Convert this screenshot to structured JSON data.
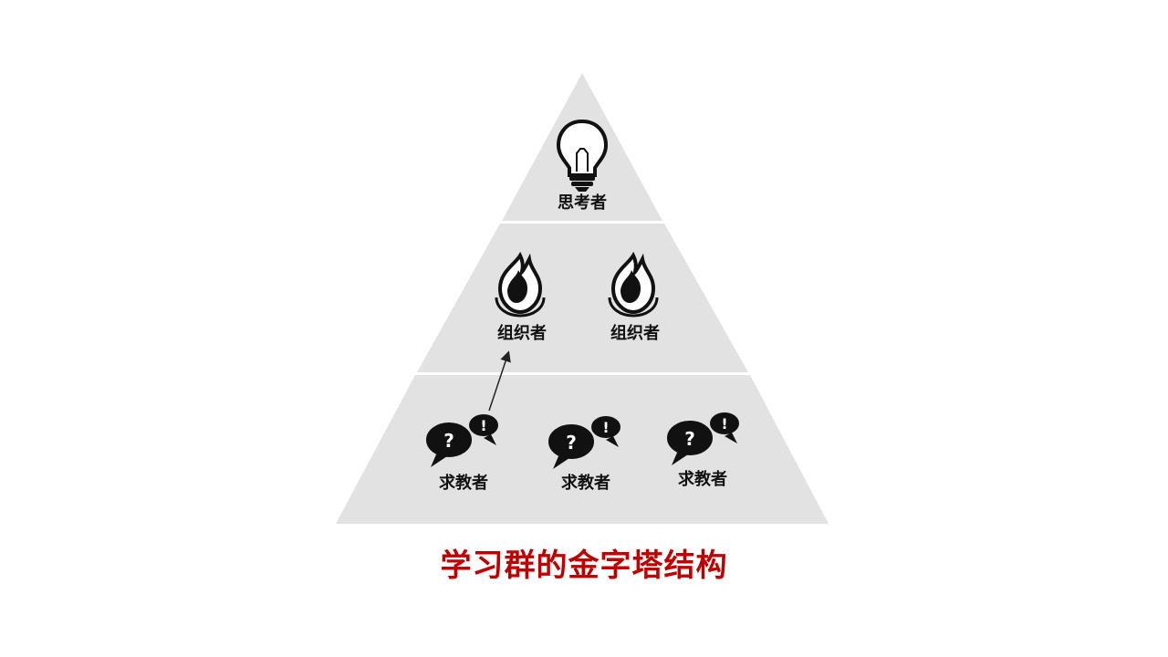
{
  "pyramid": {
    "tiers": [
      {
        "level": "top",
        "roles": [
          {
            "label": "思考者",
            "icon": "lightbulb-icon"
          }
        ]
      },
      {
        "level": "middle",
        "roles": [
          {
            "label": "组织者",
            "icon": "flame-icon"
          },
          {
            "label": "组织者",
            "icon": "flame-icon"
          }
        ]
      },
      {
        "level": "bottom",
        "roles": [
          {
            "label": "求教者",
            "icon": "question-speech-bubbles-icon"
          },
          {
            "label": "求教者",
            "icon": "question-speech-bubbles-icon"
          },
          {
            "label": "求教者",
            "icon": "question-speech-bubbles-icon"
          }
        ]
      }
    ],
    "fill_color": "#e2e2e2",
    "divider_color": "#ffffff"
  },
  "caption": {
    "text": "学习群的金字塔结构",
    "color": "#c00000"
  }
}
